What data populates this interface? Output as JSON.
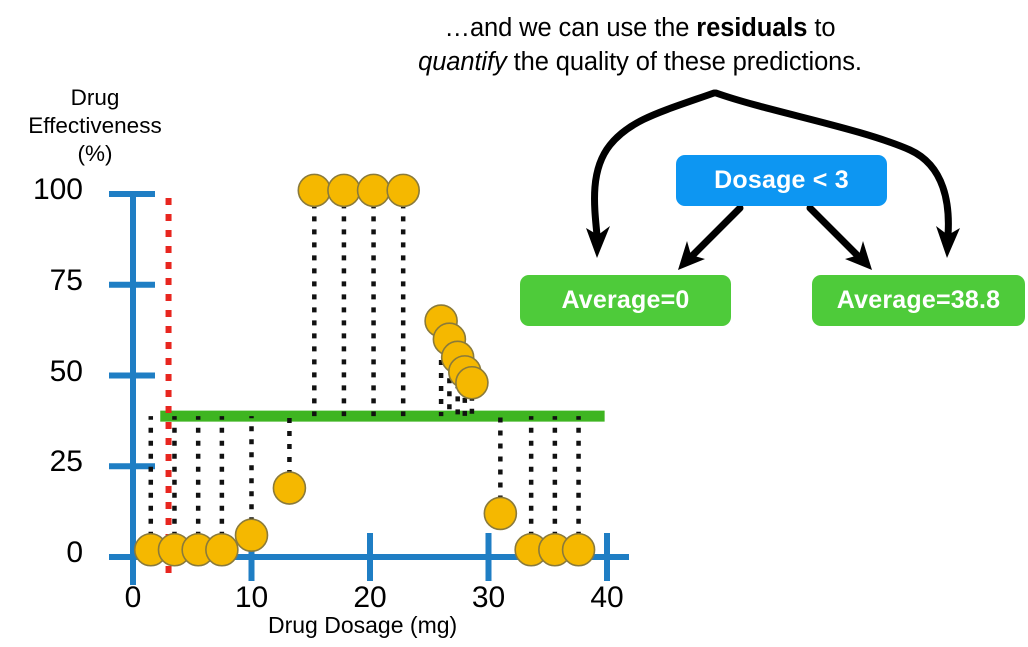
{
  "caption": {
    "line1_pre": "…and we can use the ",
    "line1_bold": "residuals",
    "line1_post": " to",
    "line2_italic": "quantify",
    "line2_post": " the quality of these predictions."
  },
  "tree": {
    "root_label": "Dosage < 3",
    "leaf_left_label": "Average=0",
    "leaf_right_label": "Average=38.8",
    "root_color": "#0d96f2",
    "leaf_color": "#4ecb3a",
    "arrow_color": "#000000"
  },
  "chart_data": {
    "type": "scatter",
    "title": "",
    "xlabel": "Drug Dosage (mg)",
    "ylabel": "Drug Effectiveness (%)",
    "ylabel_lines": [
      "Drug",
      "Effectiveness",
      "(%)"
    ],
    "xlim": [
      0,
      40
    ],
    "ylim": [
      0,
      100
    ],
    "xticks": [
      0,
      10,
      20,
      30,
      40
    ],
    "yticks": [
      0,
      25,
      50,
      75,
      100
    ],
    "xtick_labels": [
      "0",
      "10",
      "20",
      "30",
      "40"
    ],
    "ytick_labels": [
      "0",
      "25",
      "50",
      "75",
      "100"
    ],
    "grid": false,
    "legend": "none",
    "axis_color": "#1f7ec4",
    "point_color": "#f5b800",
    "point_edge_color": "#8a7a3a",
    "x": [
      1.5,
      3.5,
      5.5,
      7.5,
      10.0,
      13.2,
      15.3,
      17.8,
      20.3,
      22.8,
      26.0,
      26.7,
      27.4,
      28.0,
      28.6,
      31.0,
      33.6,
      35.6,
      37.6
    ],
    "y": [
      2,
      2,
      2,
      2,
      6,
      19,
      101,
      101,
      101,
      101,
      65,
      60,
      55,
      51,
      48,
      12,
      2,
      2,
      2
    ],
    "prediction_line": {
      "label": "Average=38.8",
      "value": 38.8,
      "x_start": 2.3,
      "x_end": 39.8,
      "color": "#3eb521"
    },
    "split_line": {
      "label": "Dosage < 3",
      "value": 3,
      "color": "#e8261f",
      "style": "dotted"
    },
    "residual_style": {
      "color": "#111111",
      "style": "dotted",
      "description": "dotted vertical residual lines from each point to the prediction line"
    }
  }
}
